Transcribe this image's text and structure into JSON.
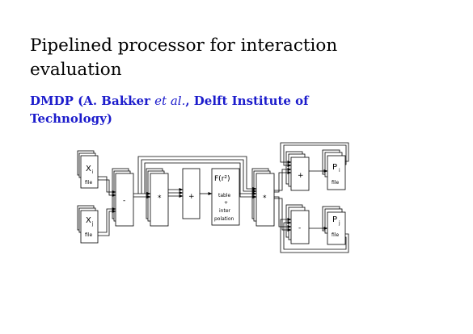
{
  "slide": {
    "title": "Pipelined processor for interaction evaluation",
    "subtitle": {
      "before": "DMDP (A. Bakker ",
      "etal": "et al.",
      "after": ", Delft Institute of Technology)"
    }
  },
  "colors": {
    "subtitle": "#1c1ccc",
    "lines": "#000000"
  },
  "diagram": {
    "x_file_top": {
      "symbol": "X",
      "index": "i",
      "caption": "file"
    },
    "x_file_bottom": {
      "symbol": "X",
      "index": "j",
      "caption": "file"
    },
    "subtract_unit": "-",
    "multiply_unit": "*",
    "add_unit": "+",
    "table_unit": {
      "function": "F(r²)",
      "line1": "table",
      "line2": "+",
      "line3": "inter",
      "line4": "polation"
    },
    "multiply_unit_2": "*",
    "add_unit_top": "+",
    "subtract_unit_bottom": "-",
    "p_file_top": {
      "symbol": "P",
      "index": "i",
      "caption": "file"
    },
    "p_file_bottom": {
      "symbol": "P",
      "index": "j",
      "caption": "file"
    }
  }
}
